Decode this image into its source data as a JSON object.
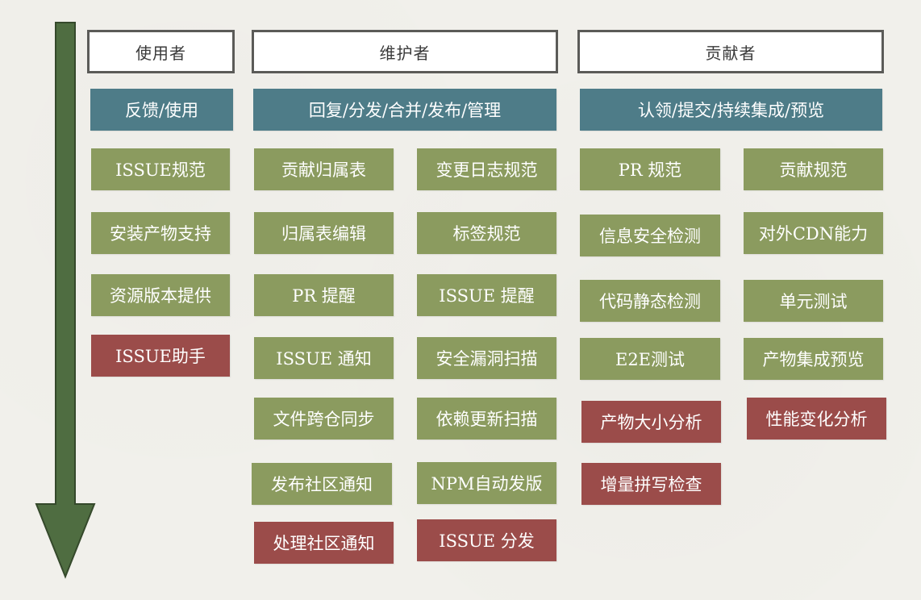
{
  "colors": {
    "arrow": "#4f6d41",
    "header_border": "#5b5b58",
    "category": "#4e7c88",
    "feature": "#8b9b5f",
    "highlight": "#9b4c4a"
  },
  "columns": {
    "user": {
      "title": "使用者",
      "category": "反馈/使用",
      "items": [
        "ISSUE规范",
        "安装产物支持",
        "资源版本提供",
        "ISSUE助手"
      ]
    },
    "maintainer": {
      "title": "维护者",
      "category": "回复/分发/合并/发布/管理",
      "left_items": [
        "贡献归属表",
        "归属表编辑",
        "PR 提醒",
        "ISSUE 通知",
        "文件跨仓同步",
        "发布社区通知",
        "处理社区通知"
      ],
      "right_items": [
        "变更日志规范",
        "标签规范",
        "ISSUE 提醒",
        "安全漏洞扫描",
        "依赖更新扫描",
        "NPM自动发版",
        "ISSUE 分发"
      ]
    },
    "contributor": {
      "title": "贡献者",
      "category": "认领/提交/持续集成/预览",
      "left_items": [
        "PR 规范",
        "信息安全检测",
        "代码静态检测",
        "E2E测试",
        "产物大小分析",
        "增量拼写检查"
      ],
      "right_items": [
        "贡献规范",
        "对外CDN能力",
        "单元测试",
        "产物集成预览",
        "性能变化分析"
      ]
    }
  }
}
